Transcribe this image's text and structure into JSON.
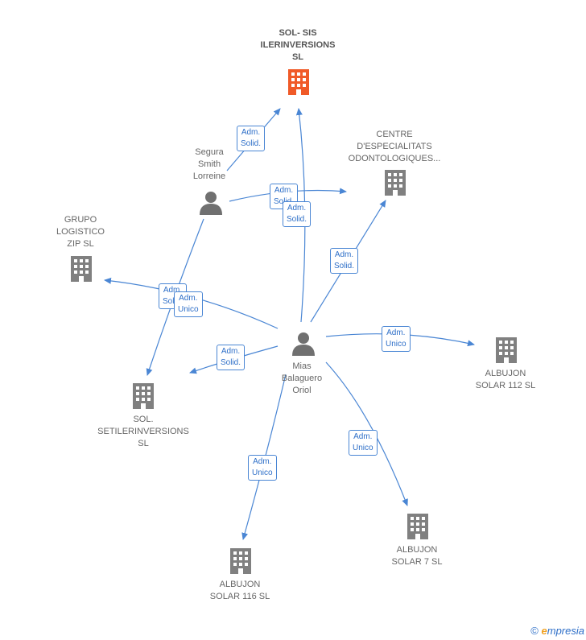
{
  "nodes": {
    "sol_sis": {
      "lines": [
        "SOL- SIS",
        "ILERINVERSIONS",
        "SL"
      ],
      "color": "#f05a28"
    },
    "centre": {
      "lines": [
        "CENTRE",
        "D'ESPECIALITATS",
        "ODONTOLOGIQUES..."
      ]
    },
    "segura": {
      "lines": [
        "Segura",
        "Smith",
        "Lorreine"
      ]
    },
    "grupo": {
      "lines": [
        "GRUPO",
        "LOGISTICO",
        "ZIP  SL"
      ]
    },
    "mias": {
      "lines": [
        "Mias",
        "Balaguero",
        "Oriol"
      ]
    },
    "albujon_112": {
      "lines": [
        "ALBUJON",
        "SOLAR 112 SL"
      ]
    },
    "sol_setiler": {
      "lines": [
        "SOL.",
        "SETILERINVERSIONS",
        "SL"
      ]
    },
    "albujon_7": {
      "lines": [
        "ALBUJON",
        "SOLAR 7 SL"
      ]
    },
    "albujon_116": {
      "lines": [
        "ALBUJON",
        "SOLAR 116 SL"
      ]
    }
  },
  "roles": {
    "segura_sol_sis": [
      "Adm.",
      "Solid."
    ],
    "segura_centre": [
      "Adm.",
      "Solid."
    ],
    "mias_sol_sis": [
      "Adm.",
      "Solid."
    ],
    "mias_centre": [
      "Adm.",
      "Solid."
    ],
    "segura_sol_setiler": [
      "Adm.",
      "Solid."
    ],
    "mias_grupo": [
      "Adm.",
      "Unico"
    ],
    "mias_sol_setiler": [
      "Adm.",
      "Solid."
    ],
    "mias_albujon_112": [
      "Adm.",
      "Unico"
    ],
    "mias_albujon_7": [
      "Adm.",
      "Unico"
    ],
    "mias_albujon_116": [
      "Adm.",
      "Unico"
    ]
  },
  "colors": {
    "edge": "#4a86d4",
    "building": "#808080",
    "person": "#707070",
    "highlight": "#f05a28"
  },
  "footer": {
    "copyright": "©",
    "brand_initial": "e",
    "brand_rest": "mpresia"
  }
}
